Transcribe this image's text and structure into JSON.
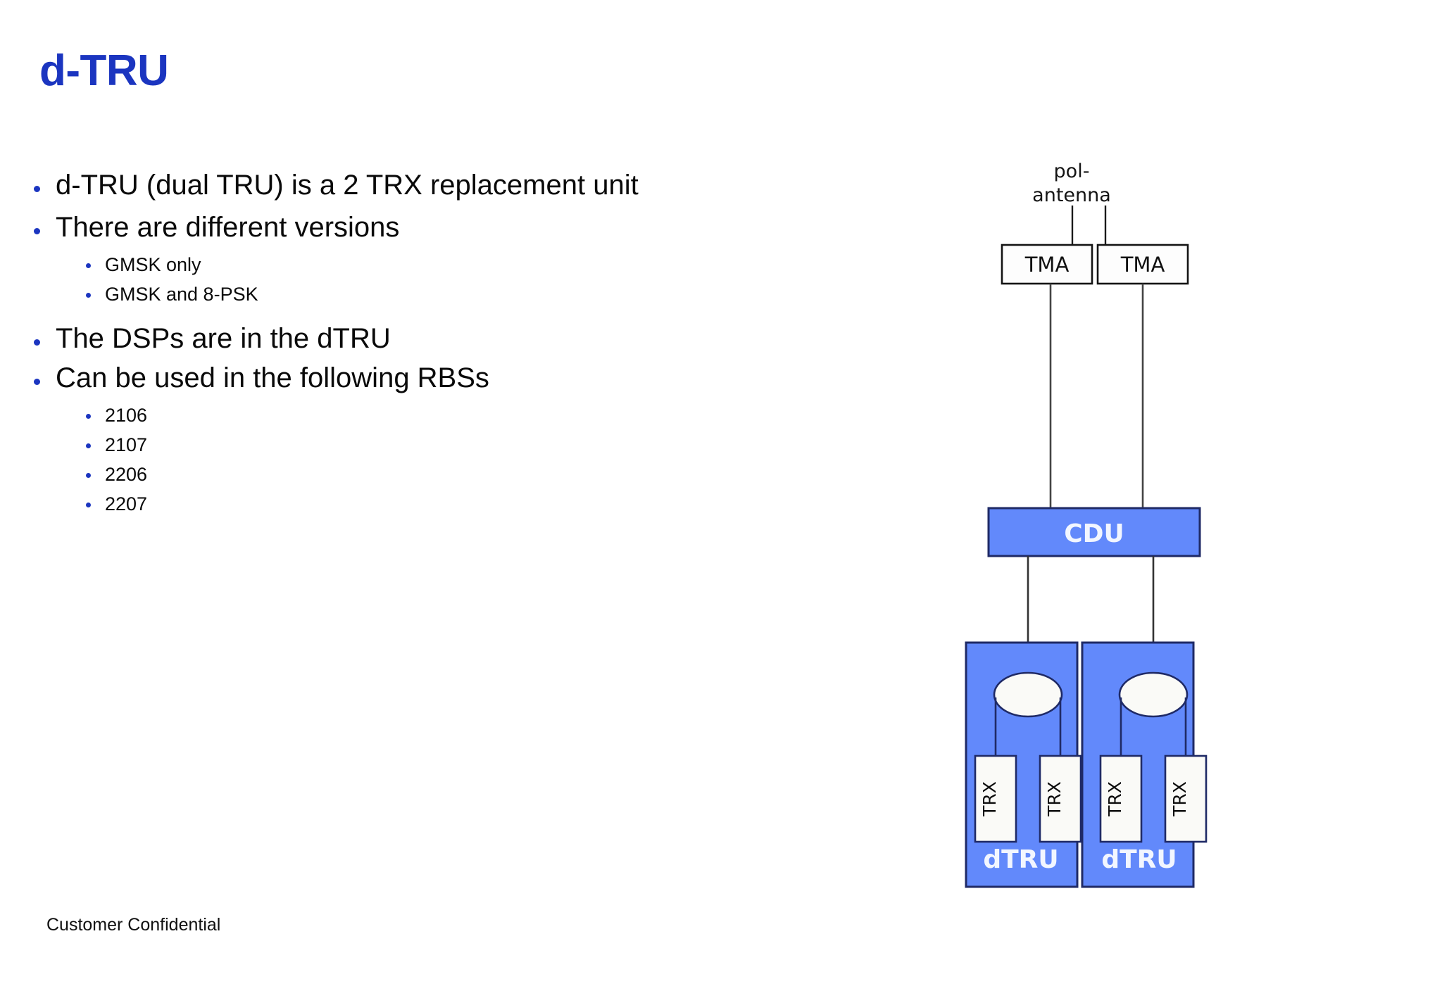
{
  "slide": {
    "title": "d-TRU",
    "footer": "Customer Confidential",
    "title_color": "#1b35c0",
    "accent_color": "#6289fb",
    "border_color": "#1f2a66"
  },
  "bullets": [
    {
      "level": 1,
      "text": "d-TRU (dual TRU) is a 2 TRX replacement unit"
    },
    {
      "level": 1,
      "text": "There are different versions"
    },
    {
      "level": 2,
      "text": "GMSK only"
    },
    {
      "level": 2,
      "text": "GMSK and 8-PSK"
    },
    {
      "level": 1,
      "text": "The DSPs are in the dTRU"
    },
    {
      "level": 1,
      "text": "Can be used in the following RBSs"
    },
    {
      "level": 2,
      "text": "2106"
    },
    {
      "level": 2,
      "text": "2107"
    },
    {
      "level": 2,
      "text": "2206"
    },
    {
      "level": 2,
      "text": "2207"
    }
  ],
  "diagram": {
    "antenna_label_line1": "pol-",
    "antenna_label_line2": "antenna",
    "tma_left": "TMA",
    "tma_right": "TMA",
    "cdu": "CDU",
    "dtru_left": "dTRU",
    "dtru_right": "dTRU",
    "trx_1": "TRX",
    "trx_2": "TRX",
    "trx_3": "TRX",
    "trx_4": "TRX"
  }
}
